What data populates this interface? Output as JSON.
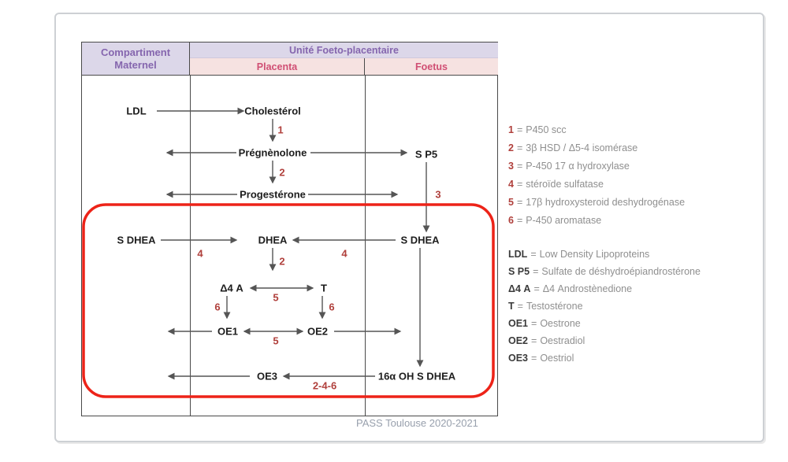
{
  "header": {
    "maternal_line1": "Compartiment",
    "maternal_line2": "Maternel",
    "unit": "Unité Foeto-placentaire",
    "placenta": "Placenta",
    "foetus": "Foetus"
  },
  "diagram": {
    "nodes": {
      "ldl": "LDL",
      "cholesterol": "Cholestérol",
      "pregnenolone": "Prégnènolone",
      "progesterone": "Progestérone",
      "sp5": "S P5",
      "sdhea_maternal": "S DHEA",
      "dhea": "DHEA",
      "sdhea_foetal": "S DHEA",
      "delta4a": "Δ4 A",
      "testosterone": "T",
      "oe1": "OE1",
      "oe2": "OE2",
      "oe3": "OE3",
      "oh_sdhea": "16α OH S DHEA"
    },
    "steps": {
      "s1": "1",
      "s2": "2",
      "s3": "3",
      "s4": "4",
      "s5": "5",
      "s6": "6",
      "s246": "2-4-6"
    }
  },
  "legend": {
    "separator": "=",
    "enzymes": [
      {
        "key": "1",
        "value": "P450 scc"
      },
      {
        "key": "2",
        "value": "3β HSD / Δ5-4 isomérase"
      },
      {
        "key": "3",
        "value": "P-450 17 α hydroxylase"
      },
      {
        "key": "4",
        "value": "stéroïde sulfatase"
      },
      {
        "key": "5",
        "value": "17β hydroxysteroid deshydrogénase"
      },
      {
        "key": "6",
        "value": "P-450 aromatase"
      }
    ],
    "abbreviations": [
      {
        "key": "LDL",
        "value": "Low Density Lipoproteins"
      },
      {
        "key": "S P5",
        "value": "Sulfate de déshydroépiandrostérone"
      },
      {
        "key": "Δ4 A",
        "value": "Δ4 Androstènedione"
      },
      {
        "key": "T",
        "value": "Testostérone"
      },
      {
        "key": "OE1",
        "value": "Oestrone"
      },
      {
        "key": "OE2",
        "value": "Oestradiol"
      },
      {
        "key": "OE3",
        "value": "Oestriol"
      }
    ]
  },
  "footer": {
    "credit": "PASS Toulouse 2020-2021"
  },
  "colors": {
    "purple_text": "#8566ae",
    "lavender_bg": "#dcd7e9",
    "pink_text": "#d04f74",
    "pink_bg": "#f6e2e1",
    "step_red": "#b0403c",
    "highlight_red": "#ed2318",
    "arrow_gray": "#555555"
  }
}
